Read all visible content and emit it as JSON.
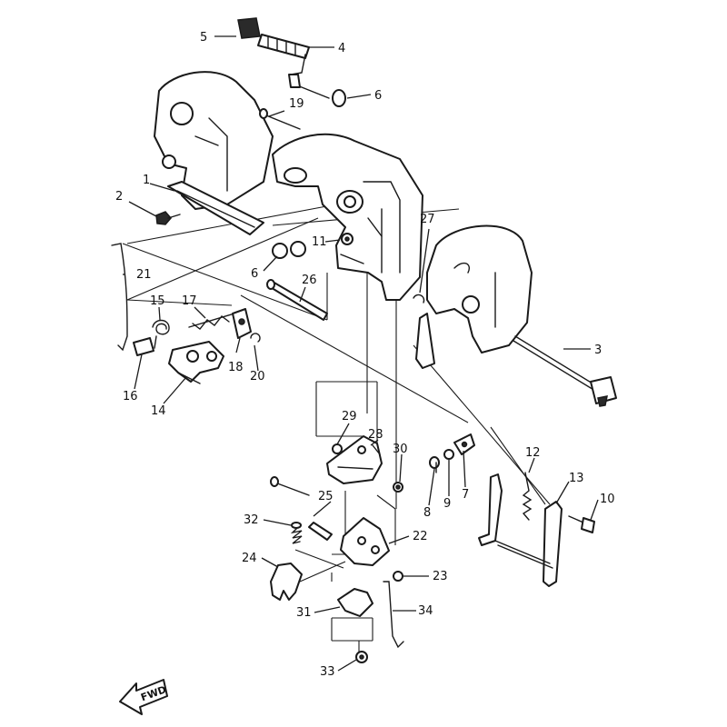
{
  "diagram": {
    "callouts": [
      "5",
      "4",
      "6",
      "19",
      "1",
      "2",
      "11",
      "27",
      "6",
      "26",
      "21",
      "15",
      "17",
      "18",
      "20",
      "16",
      "14",
      "3",
      "29",
      "28",
      "30",
      "8",
      "9",
      "7",
      "12",
      "13",
      "10",
      "25",
      "32",
      "22",
      "24",
      "23",
      "31",
      "34",
      "33"
    ],
    "fwd_label": "FWD"
  }
}
